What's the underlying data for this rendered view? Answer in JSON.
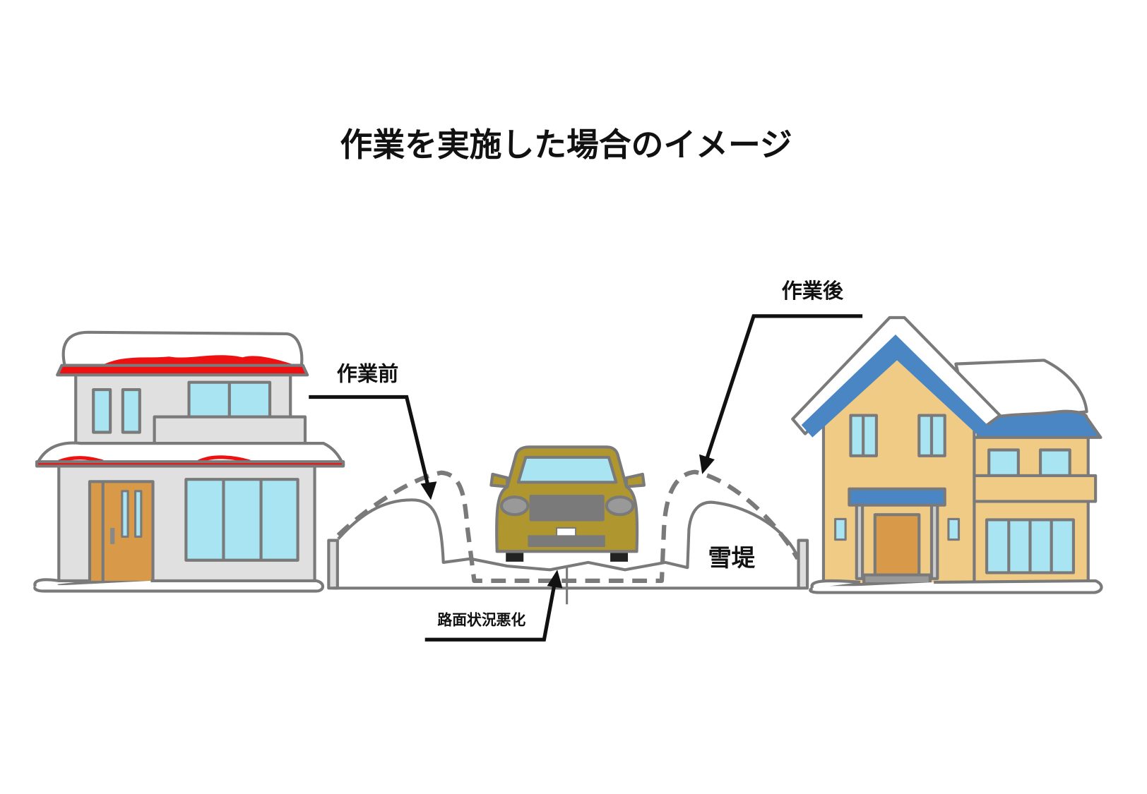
{
  "title": "作業を実施した場合のイメージ",
  "labels": {
    "before": "作業前",
    "after": "作業後",
    "snowbank": "雪堤",
    "road_condition": "路面状況悪化"
  },
  "colors": {
    "line_gray": "#7a7a7a",
    "left_roof": "#ee1111",
    "left_wall": "#e0e0e0",
    "window": "#a8e4f2",
    "door": "#d89a48",
    "right_wall": "#f0cb86",
    "right_roof": "#4b86c4",
    "car_body": "#b0962e"
  }
}
